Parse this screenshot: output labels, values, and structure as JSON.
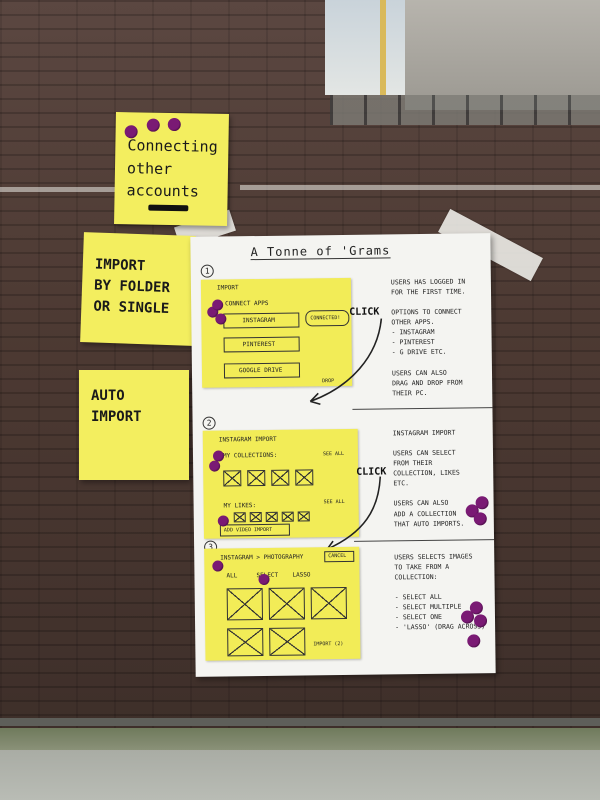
{
  "stickies": {
    "connecting": "Connecting\nother\naccounts",
    "import": "Import\nby folder\nor single",
    "auto": "Auto\nimport"
  },
  "sheet": {
    "title": "A Tonne of 'Grams",
    "numbers": [
      "1",
      "2",
      "3"
    ],
    "notes": [
      "Users has logged in\nfor the first time.\n\nOptions to connect\nother apps.\n - Instagram\n - Pinterest\n - G Drive etc.\n\nUsers can also\ndrag and drop from\ntheir PC.",
      "Instagram import\n\nUsers can select\nfrom their\ncollection, likes\netc.\n\nUsers can also\nadd a collection\nthat auto imports.",
      "Users selects images\nto take from a\ncollection:\n\n - Select all\n - Select multiple\n - Select one\n - 'Lasso' (drag across)"
    ],
    "panel1": {
      "title": "Import",
      "subtitle": "Connect apps",
      "instagram": "Instagram",
      "pinterest": "Pinterest",
      "gdrive": "Google Drive",
      "connected": "Connected!",
      "drop": "Drop"
    },
    "panel2": {
      "title": "Instagram Import",
      "collections": "My collections:",
      "likes": "My likes:",
      "see_all_1": "See all",
      "see_all_2": "See all",
      "add_video": "Add video import"
    },
    "panel3": {
      "title": "Instagram > Photography",
      "cancel": "Cancel",
      "all": "All",
      "select": "Select",
      "lasso": "Lasso",
      "import": "Import (2)"
    },
    "click_labels": [
      "Click",
      "Click"
    ]
  },
  "colors": {
    "sticky": "#f3ee5f",
    "dot": "#7a1a74",
    "paper": "#f4f4f1"
  }
}
